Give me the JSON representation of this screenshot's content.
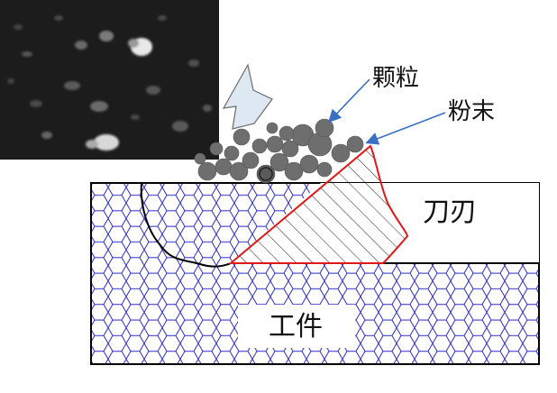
{
  "labels": {
    "particles": "颗粒",
    "powder": "粉末",
    "tool_edge": "刀刃",
    "workpiece": "工件"
  },
  "colors": {
    "hex_grid": "#2b2bc8",
    "tool_outline": "#e01818",
    "particle": "#6e6e6e",
    "arrow_fill": "#dde8f2",
    "pointer_arrow": "#3a6fc4",
    "sem_background": "#202020"
  },
  "icons": {
    "flow_direction": "chip-flow-arrow",
    "pointer": "pointer-arrow"
  }
}
